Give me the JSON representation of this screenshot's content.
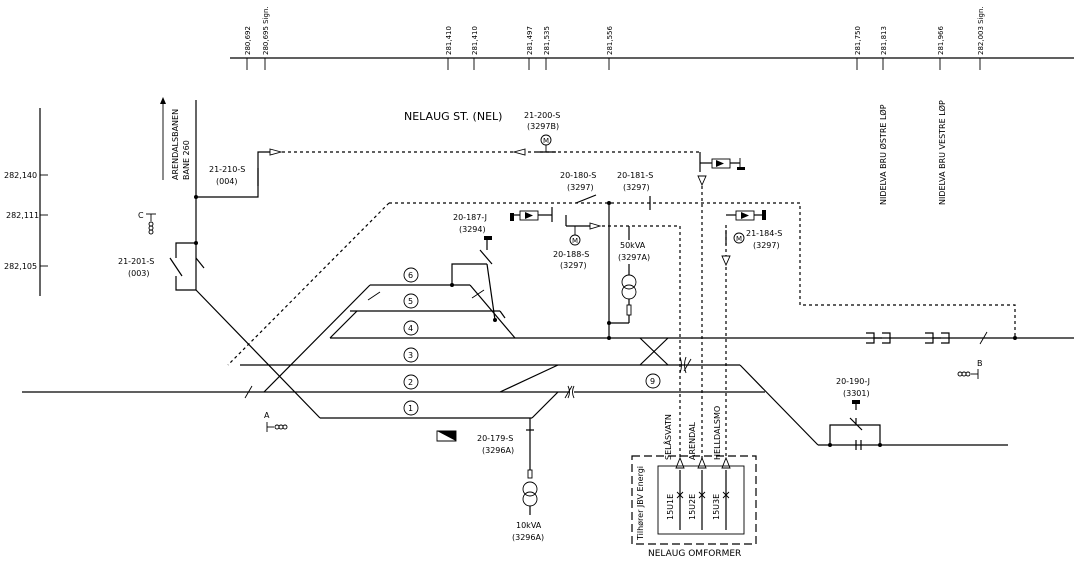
{
  "station": {
    "title": "NELAUG ST. (NEL)",
    "converter": "NELAUG OMFORMER",
    "owner": "Tilhører JBV Energi"
  },
  "km_scale": {
    "labels": [
      "280,692",
      "280,695 Sign.",
      "281,410",
      "281,410",
      "281,497",
      "281,535",
      "281,556",
      "281,750",
      "281,813",
      "281,966",
      "282,003 Sign."
    ]
  },
  "km_left": {
    "labels": [
      "282,140",
      "282,111",
      "282,105"
    ]
  },
  "line_label": {
    "name": "ARENDALSBANEN",
    "bane": "BANE 260"
  },
  "bridges": {
    "east": "NIDELVA BRU ØSTRE LØP",
    "west": "NIDELVA BRU VESTRE LØP"
  },
  "tracks": {
    "numbers": [
      "1",
      "2",
      "3",
      "4",
      "5",
      "6",
      "9"
    ]
  },
  "switches": {
    "s21_210": {
      "name": "21-210-S",
      "id": "(004)"
    },
    "s21_201": {
      "name": "21-201-S",
      "id": "(003)"
    },
    "s21_200": {
      "name": "21-200-S",
      "id": "(3297B)"
    },
    "s20_180": {
      "name": "20-180-S",
      "id": "(3297)"
    },
    "s20_181": {
      "name": "20-181-S",
      "id": "(3297)"
    },
    "j20_187": {
      "name": "20-187-J",
      "id": "(3294)"
    },
    "s20_188": {
      "name": "20-188-S",
      "id": "(3297)"
    },
    "s21_184": {
      "name": "21-184-S",
      "id": "(3297)"
    },
    "s20_179": {
      "name": "20-179-S",
      "id": "(3296A)"
    },
    "j20_190": {
      "name": "20-190-J",
      "id": "(3301)"
    }
  },
  "transformers": {
    "t50": {
      "rating": "50kVA",
      "id": "(3297A)"
    },
    "t10": {
      "rating": "10kVA",
      "id": "(3296A)"
    }
  },
  "feeders": {
    "labels": [
      "SELÅSVATN",
      "ARENDAL",
      "HELLDALSMO"
    ],
    "breakers": [
      "15U1E",
      "15U2E",
      "15U3E"
    ]
  },
  "markers": {
    "a": "A",
    "b": "B",
    "c": "C",
    "m": "M"
  }
}
